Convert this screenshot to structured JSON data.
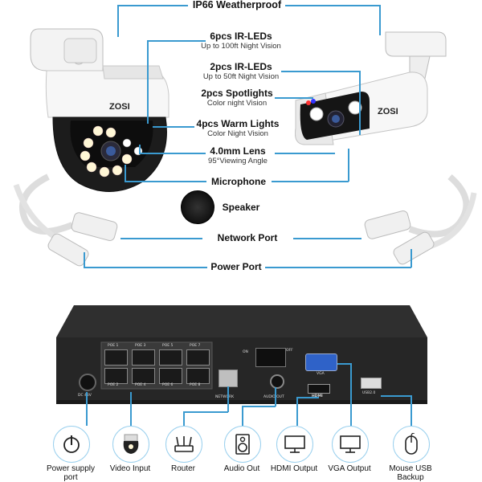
{
  "camera_features": {
    "weatherproof": "IP66 Weatherproof",
    "ir_leds_6": {
      "title": "6pcs IR-LEDs",
      "sub": "Up to 100ft Night Vision"
    },
    "ir_leds_2": {
      "title": "2pcs IR-LEDs",
      "sub": "Up to 50ft Night Vision"
    },
    "spotlights": {
      "title": "2pcs Spotlights",
      "sub": "Color night Vision"
    },
    "warm_lights": {
      "title": "4pcs Warm Lights",
      "sub": "Color Night Vision"
    },
    "lens": {
      "title": "4.0mm Lens",
      "sub": "95°Viewing Angle"
    },
    "microphone": "Microphone",
    "speaker": "Speaker",
    "network_port": "Network Port",
    "power_port": "Power Port"
  },
  "brand": "ZOSI",
  "nvr": {
    "poe_top": [
      "POE 1",
      "POE 3",
      "POE 5",
      "POE 7"
    ],
    "poe_bottom": [
      "POE 2",
      "POE 4",
      "POE 6",
      "POE 8"
    ],
    "dc": "DC 48V",
    "network": "NETWORK",
    "audio_out": "AUDIO OUT",
    "on": "ON",
    "off": "OFF",
    "vga": "VGA",
    "hdmi": "HDMI",
    "usb": "USB2.0"
  },
  "icons": [
    {
      "icon": "power-icon",
      "label": "Power supply\nport"
    },
    {
      "icon": "camera-icon",
      "label": "Video Input"
    },
    {
      "icon": "router-icon",
      "label": "Router"
    },
    {
      "icon": "speaker-icon",
      "label": "Audio Out"
    },
    {
      "icon": "monitor-icon",
      "label": "HDMI Output"
    },
    {
      "icon": "monitor-icon",
      "label": "VGA Output"
    },
    {
      "icon": "mouse-icon",
      "label": "Mouse USB\nBackup"
    }
  ],
  "colors": {
    "accent": "#3a9ad0",
    "nvr_body": "#2b2b2b"
  }
}
